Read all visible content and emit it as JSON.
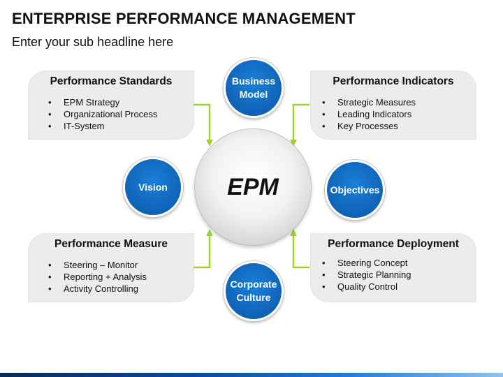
{
  "title": "ENTERPRISE PERFORMANCE MANAGEMENT",
  "subtitle": "Enter your sub headline here",
  "center": {
    "label": "EPM"
  },
  "circles": {
    "business_model": "Business Model",
    "vision": "Vision",
    "objectives": "Objectives",
    "corporate_culture": "Corporate Culture"
  },
  "panels": {
    "standards": {
      "title": "Performance Standards",
      "items": [
        "EPM Strategy",
        "Organizational Process",
        "IT-System"
      ]
    },
    "indicators": {
      "title": "Performance Indicators",
      "items": [
        "Strategic Measures",
        "Leading Indicators",
        "Key Processes"
      ]
    },
    "measure": {
      "title": "Performance Measure",
      "items": [
        "Steering – Monitor",
        "Reporting + Analysis",
        "Activity Controlling"
      ]
    },
    "deployment": {
      "title": "Performance Deployment",
      "items": [
        "Steering Concept",
        "Strategic Planning",
        "Quality Control"
      ]
    }
  },
  "colors": {
    "circle_blue": "#0f63b6",
    "connector_green": "#9ed233",
    "panel_gray": "#ececec"
  }
}
